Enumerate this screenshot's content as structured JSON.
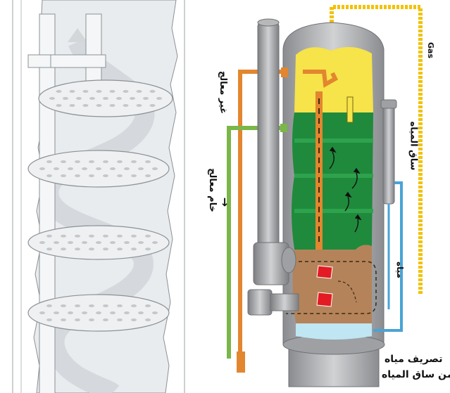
{
  "labels": {
    "untreated": "غير معالج",
    "treated_crude": "خام معالج",
    "water_leg": "ساق المياه",
    "water": "مياه",
    "gas": "Gas",
    "drain_line1": "تصريف مياه",
    "drain_line2": "من ساق المياه"
  },
  "colors": {
    "orange_pipe": "#e2862f",
    "green_pipe": "#7ab648",
    "yellow_gas": "#f2c200",
    "blue_water": "#4aa3d6",
    "vessel_gray": "#a7a9ac",
    "oil_yellow": "#f7e34a",
    "oil_green": "#1f8a3c",
    "emulsion_brown": "#b5835a",
    "water_blue": "#bfe6f2",
    "fire_red": "#e31b23"
  }
}
